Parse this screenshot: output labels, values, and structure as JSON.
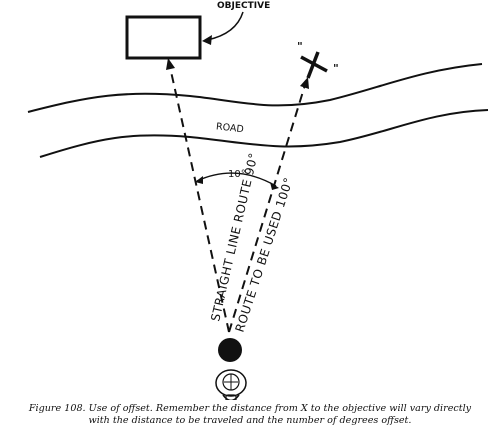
{
  "diagram": {
    "objective_label": "OBJECTIVE",
    "road_label": "ROAD",
    "x_marker_label": "\"X\"",
    "angle_label": "10°",
    "straight_route_label": "STRAIGHT LINE ROUTE 90°",
    "offset_route_label": "ROUTE TO BE USED 100°"
  },
  "caption": {
    "line1": "Figure 108.  Use of offset.  Remember the distance from X to the objective will vary directly",
    "line2": "with the distance to be traveled and the number of degrees offset."
  }
}
